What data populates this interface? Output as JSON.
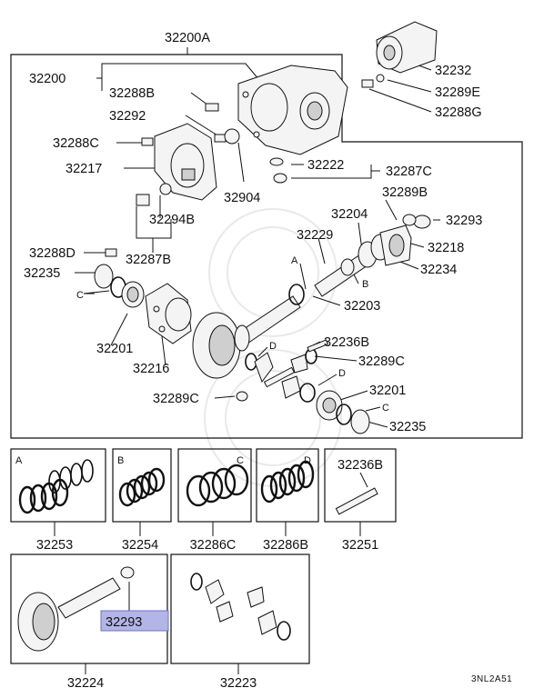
{
  "labels": {
    "assembly": "32200A",
    "carrier": "32200",
    "bolt_a": "32288B",
    "plug": "32292",
    "bolt_c": "32288C",
    "cover": "32217",
    "breather": "32904",
    "nut_small": "32222",
    "bolt_set": "32287C",
    "stud": "32294B",
    "bolt_d": "32288D",
    "bolt_set_b": "32287B",
    "seal_side": "32235",
    "bearing_side": "32201",
    "diff_case": "32216",
    "pinion_brg_rear": "32203",
    "bearing_front": "32204",
    "collapsible": "32229",
    "flange_nut": "32293",
    "flange": "32218",
    "oil_seal": "32234",
    "washer_b": "32289B",
    "pin": "32236B",
    "washer_c": "32289C",
    "mount": "32232",
    "washer_e": "32289E",
    "bolt_g": "32288G",
    "shim_a": "32253",
    "shim_b": "32254",
    "shim_c": "32286C",
    "shim_d": "32286B",
    "pin_set": "32251",
    "gear_set": "32224",
    "diff_gear_set": "32223",
    "highlight": "32293"
  },
  "callouts": {
    "a": "A",
    "b": "B",
    "c": "C",
    "d": "D"
  },
  "diagram_code": "3NL2A51",
  "colors": {
    "highlight_fill": "#b3b5e6",
    "highlight_stroke": "#6f72c6",
    "line": "#111111"
  }
}
